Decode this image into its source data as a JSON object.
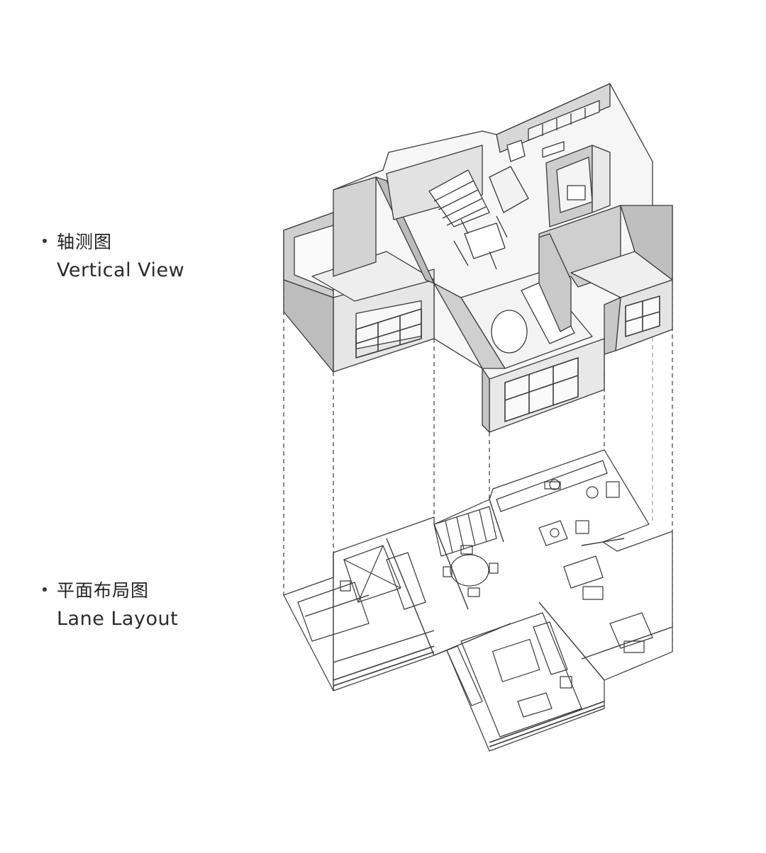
{
  "legend": {
    "axonometric": {
      "label_cn": "轴测图",
      "label_en": "Vertical View"
    },
    "plan": {
      "label_cn": "平面布局图",
      "label_en": "Lane Layout"
    }
  },
  "colors": {
    "line": "#3a3a3a",
    "wall_light": "#f4f4f4",
    "wall_mid": "#d9d9d9",
    "wall_dark": "#bdbdbd",
    "background": "#ffffff"
  }
}
